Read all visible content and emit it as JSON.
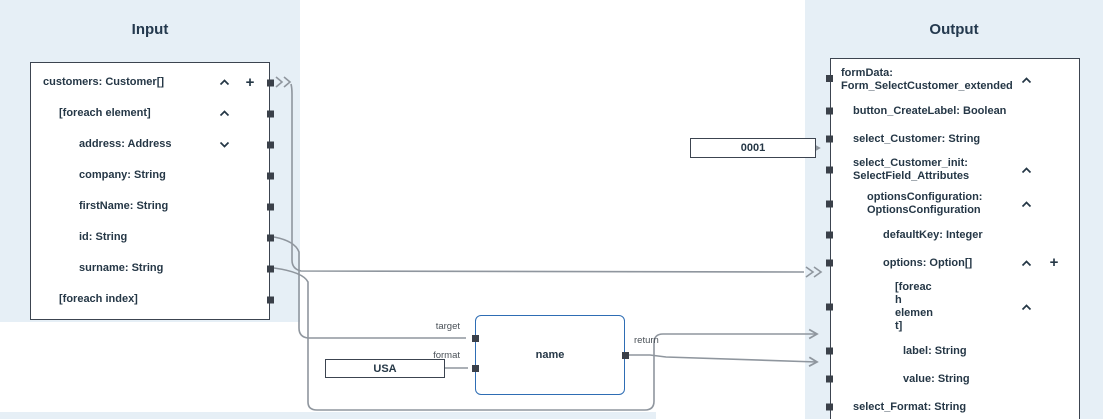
{
  "input_panel": {
    "title": "Input",
    "rows": [
      {
        "label": "customers: Customer[]",
        "indent": 0,
        "chevron": "up",
        "plus": true
      },
      {
        "label": "[foreach element]",
        "indent": 1,
        "chevron": "up"
      },
      {
        "label": "address: Address",
        "indent": 2,
        "chevron": "down"
      },
      {
        "label": "company: String",
        "indent": 2
      },
      {
        "label": "firstName: String",
        "indent": 2
      },
      {
        "label": "id: String",
        "indent": 2
      },
      {
        "label": "surname: String",
        "indent": 2
      },
      {
        "label": "[foreach index]",
        "indent": 1
      }
    ]
  },
  "output_panel": {
    "title": "Output",
    "rows": [
      {
        "label": "formData: Form_SelectCustomer_extended",
        "indent": 0,
        "chevron": "up"
      },
      {
        "label": "button_CreateLabel: Boolean",
        "indent": 1
      },
      {
        "label": "select_Customer: String",
        "indent": 1
      },
      {
        "label": "select_Customer_init: SelectField_Attributes",
        "indent": 1,
        "chevron": "up"
      },
      {
        "label": "optionsConfiguration: OptionsConfiguration",
        "indent": 2,
        "chevron": "up"
      },
      {
        "label": "defaultKey: Integer",
        "indent": 3
      },
      {
        "label": "options: Option[]",
        "indent": 3,
        "chevron": "up",
        "plus": true
      },
      {
        "label": "[foreach element]",
        "indent": 4,
        "chevron": "up"
      },
      {
        "label": "label: String",
        "indent": 5
      },
      {
        "label": "value: String",
        "indent": 5
      },
      {
        "label": "select_Format: String",
        "indent": 1
      }
    ]
  },
  "constants": {
    "select_customer_value": "0001",
    "format_value": "USA"
  },
  "function_node": {
    "name": "name",
    "input_labels": [
      "target",
      "format"
    ],
    "output_label": "return"
  },
  "icons": {
    "plus_glyph": "+",
    "chevron_up": "chevron-up",
    "chevron_down": "chevron-down"
  },
  "colors": {
    "panel_bg": "#e6eff6",
    "box_border": "#3c4450",
    "function_border": "#2e6db4",
    "wire": "#8f969e",
    "text": "#253746"
  }
}
